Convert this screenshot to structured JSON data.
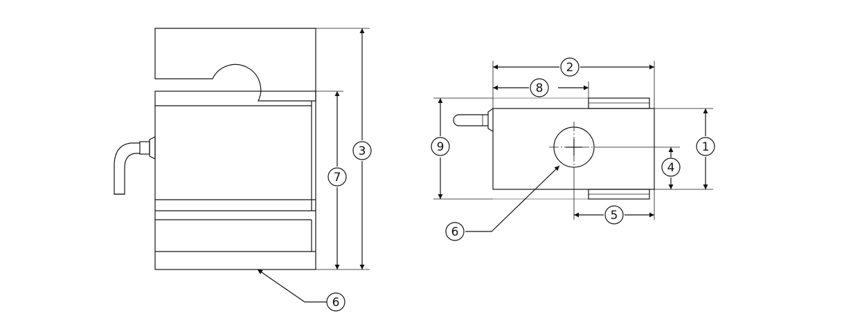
{
  "colors": {
    "line": "#111111",
    "background": "#ffffff"
  },
  "callouts": {
    "side_view": {
      "c3": "3",
      "c7": "7",
      "c6": "6"
    },
    "top_view": {
      "c1": "1",
      "c2": "2",
      "c4": "4",
      "c5": "5",
      "c6": "6",
      "c8": "8",
      "c9": "9"
    }
  }
}
